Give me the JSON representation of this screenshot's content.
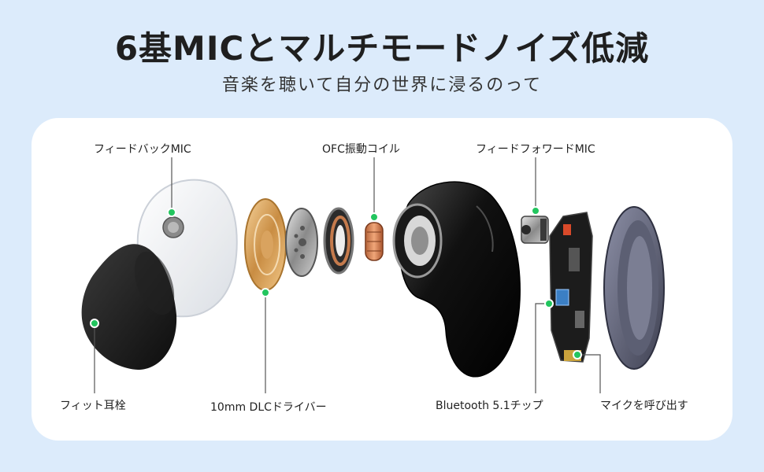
{
  "header": {
    "title": "6基MICとマルチモードノイズ低減",
    "subtitle": "音楽を聴いて自分の世界に浸るのって"
  },
  "labels": {
    "feedback_mic": "フィードバックMIC",
    "ofc_coil": "OFC振動コイル",
    "feedforward_mic": "フィードフォワードMIC",
    "eartip": "フィット耳栓",
    "driver": "10mm DLCドライバー",
    "bluetooth_chip": "Bluetooth 5.1チップ",
    "mic_call": "マイクを呼び出す"
  },
  "colors": {
    "background": "#dcebfb",
    "card": "#ffffff",
    "marker": "#22c55e",
    "leader_line": "#555555"
  }
}
